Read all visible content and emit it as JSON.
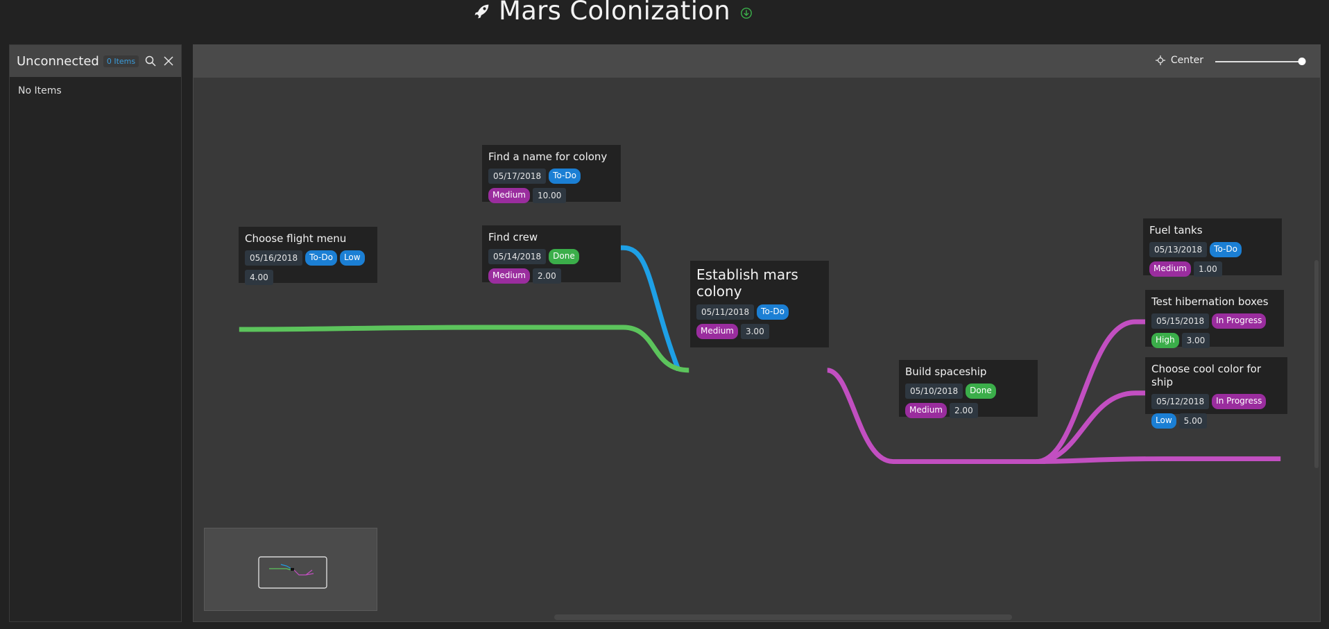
{
  "header": {
    "title": "Mars Colonization",
    "rocket_icon": "rocket-icon",
    "download_icon": "download-circle-icon",
    "download_color": "#3bae4a"
  },
  "sidebar": {
    "title": "Unconnected",
    "count": "0 Items",
    "empty_text": "No Items",
    "search_icon": "search-icon",
    "close_icon": "close-icon"
  },
  "toolbar": {
    "center_label": "Center",
    "center_icon": "crosshair-icon",
    "zoom_level": 1.0
  },
  "nodes": [
    {
      "id": "n1",
      "title": "Choose flight menu",
      "date": "05/16/2018",
      "status": "To-Do",
      "priority": "Low",
      "value": "4.00"
    },
    {
      "id": "n2",
      "title": "Find a name for colony",
      "date": "05/17/2018",
      "status": "To-Do",
      "priority": "Medium",
      "value": "10.00"
    },
    {
      "id": "n3",
      "title": "Find crew",
      "date": "05/14/2018",
      "status": "Done",
      "priority": "Medium",
      "value": "2.00"
    },
    {
      "id": "n4",
      "title": "Establish mars colony",
      "date": "05/11/2018",
      "status": "To-Do",
      "priority": "Medium",
      "value": "3.00"
    },
    {
      "id": "n5",
      "title": "Build spaceship",
      "date": "05/10/2018",
      "status": "Done",
      "priority": "Medium",
      "value": "2.00"
    },
    {
      "id": "n6",
      "title": "Fuel tanks",
      "date": "05/13/2018",
      "status": "To-Do",
      "priority": "Medium",
      "value": "1.00"
    },
    {
      "id": "n7",
      "title": "Test hibernation boxes",
      "date": "05/15/2018",
      "status": "In Progress",
      "priority": "High",
      "value": "3.00"
    },
    {
      "id": "n8",
      "title": "Choose cool color for ship",
      "date": "05/12/2018",
      "status": "In Progress",
      "priority": "Low",
      "value": "5.00"
    }
  ],
  "colors": {
    "blue": "#1ea0e6",
    "green": "#5cc45c",
    "magenta": "#c24fc1"
  }
}
